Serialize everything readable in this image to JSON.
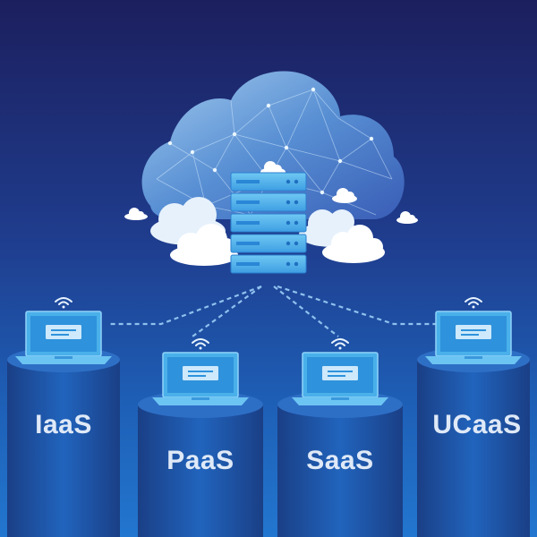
{
  "services": [
    {
      "id": "iaas",
      "label": "IaaS"
    },
    {
      "id": "paas",
      "label": "PaaS"
    },
    {
      "id": "saas",
      "label": "SaaS"
    },
    {
      "id": "ucaas",
      "label": "UCaaS"
    }
  ],
  "colors": {
    "background_top": "#1c1f5e",
    "background_bottom": "#2276cf",
    "server": "#4fb3ea",
    "laptop": "#4ab0ea",
    "cylinder": "#1a57aa",
    "cloud_mesh": "#7fb4e6",
    "label": "#dfe9f7"
  },
  "icons": [
    "cloud-icon",
    "server-rack-icon",
    "laptop-icon",
    "wifi-icon"
  ]
}
